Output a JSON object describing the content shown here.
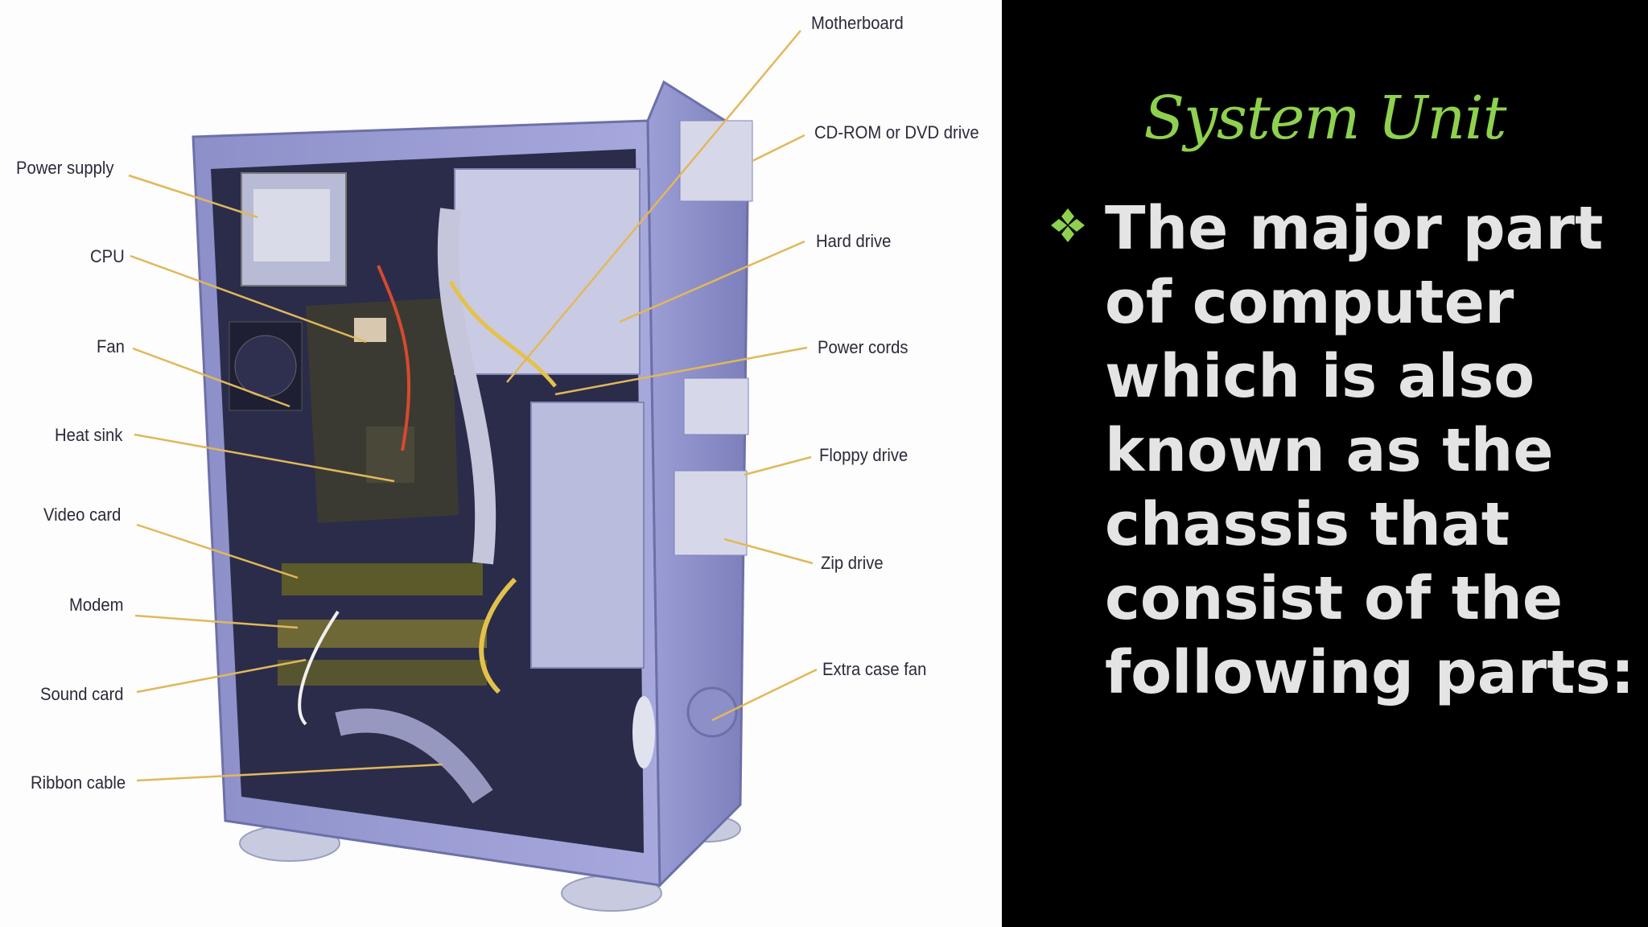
{
  "slide": {
    "title": "System Unit",
    "bullet_text": "The major part of computer which is also known as the chassis that consist of the following parts:",
    "bullet_icon": "four-diamond-bullet-icon",
    "colors": {
      "title": "#8ed14f",
      "bullet_icon": "#8ed14f",
      "body_text": "#e4e4e4",
      "background": "#000000"
    }
  },
  "diagram": {
    "left_labels": [
      "Power supply",
      "CPU",
      "Fan",
      "Heat sink",
      "Video card",
      "Modem",
      "Sound card",
      "Ribbon cable"
    ],
    "right_labels": [
      "Motherboard",
      "CD-ROM or DVD drive",
      "Hard drive",
      "Power cords",
      "Floppy drive",
      "Zip drive",
      "Extra case fan"
    ]
  }
}
